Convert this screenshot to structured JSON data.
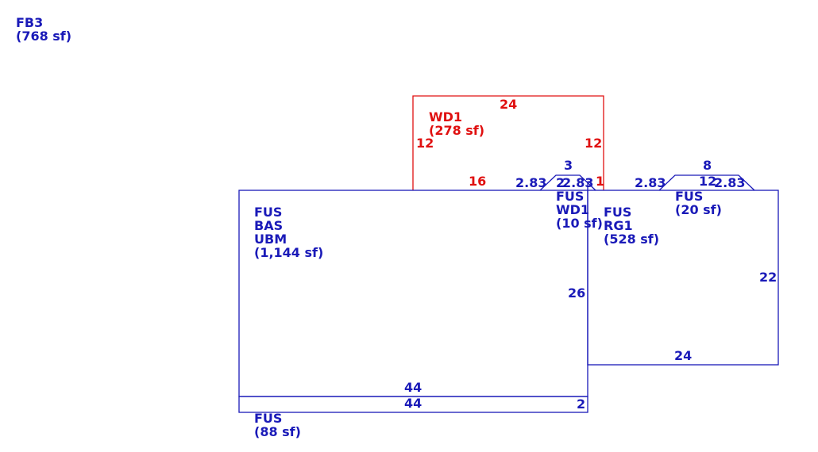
{
  "colors": {
    "blue": "#1a1ab8",
    "red": "#e01010"
  },
  "areas": {
    "fb3": {
      "lines": [
        "FB3",
        "(768 sf)"
      ]
    },
    "main": {
      "lines": [
        "FUS",
        "BAS",
        "UBM",
        "(1,144 sf)"
      ]
    },
    "wd1_deck": {
      "lines": [
        "WD1",
        "(278 sf)"
      ]
    },
    "fus_wd1": {
      "lines": [
        "FUS",
        "WD1",
        "(10 sf)"
      ]
    },
    "rg1": {
      "lines": [
        "FUS",
        "RG1",
        "(528 sf)"
      ]
    },
    "fus_20": {
      "lines": [
        "FUS",
        "(20 sf)"
      ]
    },
    "fus_88": {
      "lines": [
        "FUS",
        "(88 sf)"
      ]
    }
  },
  "dimensions": {
    "wd1_top": "24",
    "wd1_left": "12",
    "wd1_right": "12",
    "wd1_bottom": "16",
    "bay1_top": "3",
    "bay1_slant_left": "2.83",
    "bay1_slant_right": "2.83",
    "bay1_depth": "2",
    "bay1_side": "1",
    "bay2_top": "8",
    "bay2_slant_left": "2.83",
    "bay2_slant_right": "2.83",
    "bay2_width": "12",
    "main_right": "26",
    "main_bottom": "44",
    "strip_bottom": "44",
    "strip_side": "2",
    "rg1_right": "22",
    "rg1_bottom": "24"
  }
}
